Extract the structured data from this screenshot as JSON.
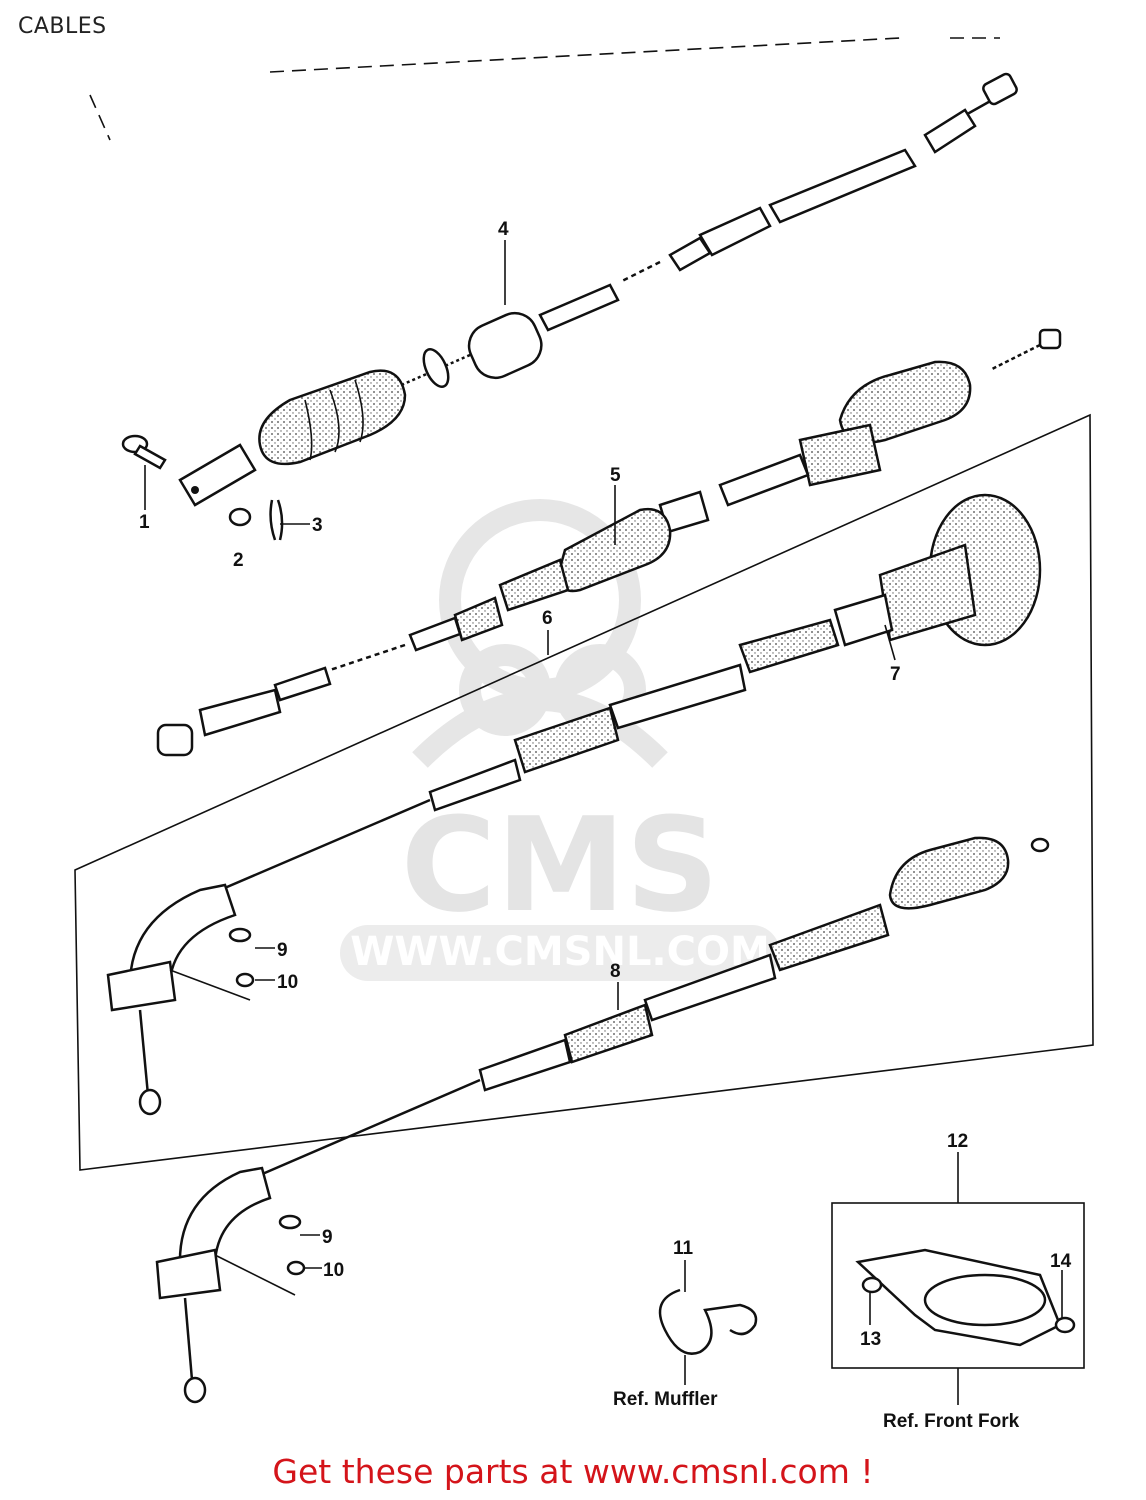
{
  "title": "CABLES",
  "watermark": {
    "brand": "CMS",
    "site": "WWW.CMSNL.COM"
  },
  "callouts": [
    "1",
    "2",
    "3",
    "4",
    "5",
    "6",
    "7",
    "8",
    "9",
    "10",
    "9",
    "10",
    "11",
    "12",
    "13",
    "14"
  ],
  "references": {
    "muffler": "Ref. Muffler",
    "front_fork": "Ref. Front Fork"
  },
  "footer": "Get these parts at www.cmsnl.com !"
}
